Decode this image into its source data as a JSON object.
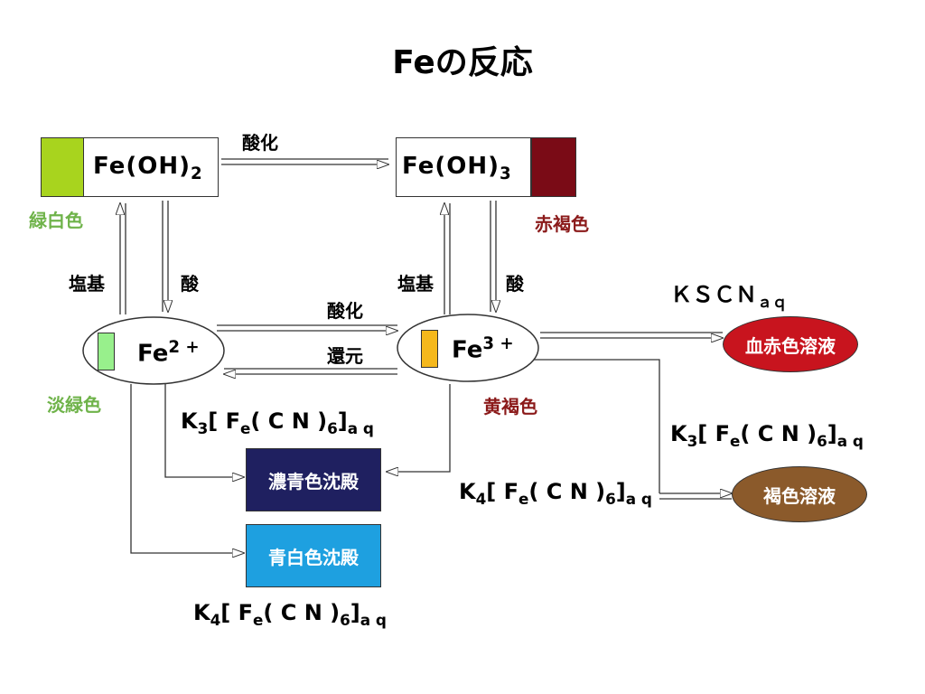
{
  "title": "Feの反応",
  "nodes": {
    "feoh2": {
      "formula_main": "Fe(OH)",
      "formula_sub": "2",
      "color_label": "緑白色",
      "swatch_color": "#a8d41e"
    },
    "feoh3": {
      "formula_main": "Fe(OH)",
      "formula_sub": "3",
      "color_label": "赤褐色",
      "swatch_color": "#7a0b16"
    },
    "fe2": {
      "fe": "Fe",
      "charge": "2 +",
      "color_label": "淡緑色",
      "swatch_color": "#98f08c"
    },
    "fe3": {
      "fe": "Fe",
      "charge": "3 +",
      "color_label": "黄褐色",
      "swatch_color": "#f5b81c"
    }
  },
  "edges": {
    "oxidation_top": "酸化",
    "base_left": "塩基",
    "acid_left": "酸",
    "base_right": "塩基",
    "acid_right": "酸",
    "oxidation_mid": "酸化",
    "reduction_mid": "還元"
  },
  "reagents": {
    "kscn": {
      "main": "ＫＳＣＮ",
      "sub": "ａｑ"
    },
    "k3_left": {
      "k": "K",
      "k_sub": "3",
      "mid": "[ F",
      "e_sub": "e",
      "paren": "( C N )",
      "n_sub": "6",
      "close": "]",
      "aq": "a q"
    },
    "k3_right": {
      "k": "K",
      "k_sub": "3",
      "mid": "[ F",
      "e_sub": "e",
      "paren": "( C N )",
      "n_sub": "6",
      "close": "]",
      "aq": "a q"
    },
    "k4_mid": {
      "k": "K",
      "k_sub": "4",
      "mid": "[ F",
      "e_sub": "e",
      "paren": "( C N )",
      "n_sub": "6",
      "close": "]",
      "aq": "a q"
    },
    "k4_bottom": {
      "k": "K",
      "k_sub": "4",
      "mid": "[ F",
      "e_sub": "e",
      "paren": "( C N )",
      "n_sub": "6",
      "close": "]",
      "aq": "a q"
    }
  },
  "results": {
    "blood_red": {
      "label": "血赤色溶液",
      "color": "#c8141e"
    },
    "brown_solution": {
      "label": "褐色溶液",
      "color": "#8b5a2b"
    },
    "deep_blue": {
      "label": "濃青色沈殿",
      "color": "#1f2060"
    },
    "blue_white": {
      "label": "青白色沈殿",
      "color": "#1ea0e0"
    }
  }
}
